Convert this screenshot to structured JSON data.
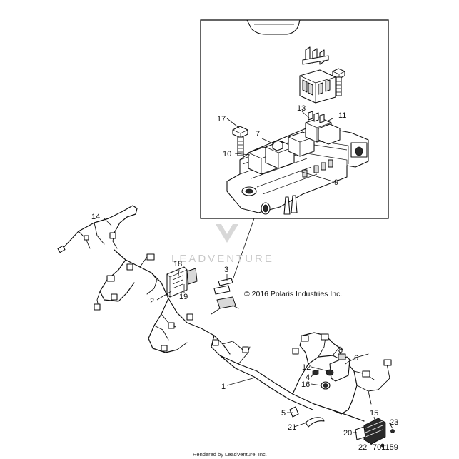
{
  "callouts": [
    {
      "id": "c1",
      "text": "1"
    },
    {
      "id": "c2",
      "text": "2"
    },
    {
      "id": "c3",
      "text": "3"
    },
    {
      "id": "c4",
      "text": "4"
    },
    {
      "id": "c5",
      "text": "5"
    },
    {
      "id": "c6",
      "text": "6"
    },
    {
      "id": "c7",
      "text": "7"
    },
    {
      "id": "c8",
      "text": "8"
    },
    {
      "id": "c9",
      "text": "9"
    },
    {
      "id": "c10",
      "text": "10"
    },
    {
      "id": "c11",
      "text": "11"
    },
    {
      "id": "c12",
      "text": "12"
    },
    {
      "id": "c13",
      "text": "13"
    },
    {
      "id": "c14",
      "text": "14"
    },
    {
      "id": "c15",
      "text": "15"
    },
    {
      "id": "c16",
      "text": "16"
    },
    {
      "id": "c17",
      "text": "17"
    },
    {
      "id": "c18",
      "text": "18"
    },
    {
      "id": "c19",
      "text": "19"
    },
    {
      "id": "c20",
      "text": "20"
    },
    {
      "id": "c21",
      "text": "21"
    },
    {
      "id": "c22",
      "text": "22"
    },
    {
      "id": "c23",
      "text": "23"
    }
  ],
  "copyright": "© 2016 Polaris Industries Inc.",
  "diagram_number": "701159",
  "footer": "Rendered by LeadVenture, Inc.",
  "watermark": "LEADVENTURE"
}
